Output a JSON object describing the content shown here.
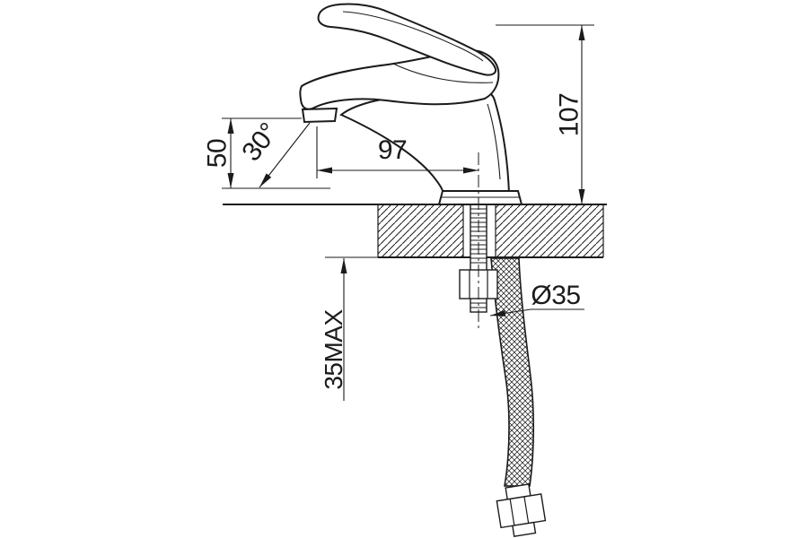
{
  "meta": {
    "type": "technical-drawing",
    "subject": "single-lever basin mixer faucet, side view with deck section, mounting stud, nut and flexible supply hose"
  },
  "colors": {
    "line": "#1b1b1b",
    "background": "#ffffff"
  },
  "dimensions": {
    "total_height": "107",
    "spout_reach": "97",
    "spout_outlet_height": "50",
    "stream_angle": "30°",
    "max_deck_thickness": "35MAX",
    "mounting_hole_diameter": "Ø35"
  }
}
